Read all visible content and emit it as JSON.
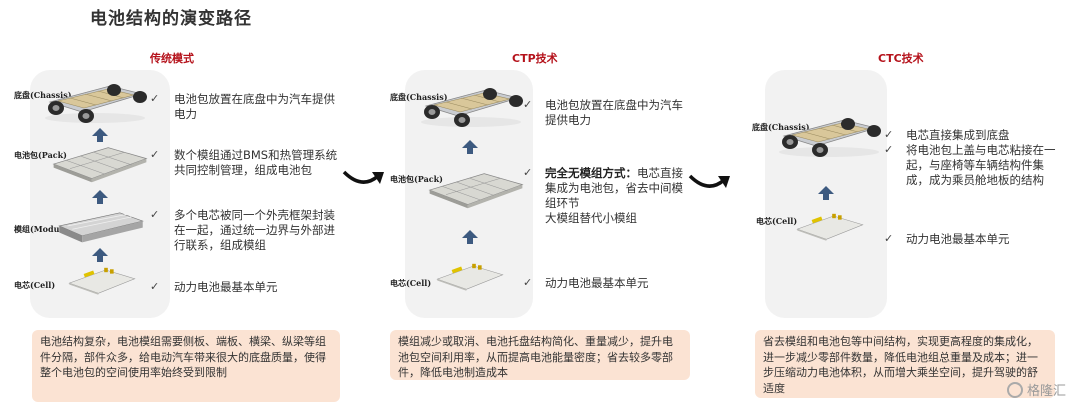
{
  "title": "电池结构的演变路径",
  "columns": [
    {
      "title": "传统模式",
      "labels": [
        "底盘(Chassis)",
        "电池包(Pack)",
        "模组(Module)",
        "电芯(Cell)"
      ],
      "descs": [
        "电池包放置在底盘中为汽车提供电力",
        "数个模组通过BMS和热管理系统共同控制管理，组成电池包",
        "多个电芯被同一个外壳框架封装在一起，通过统一边界与外部进行联系，组成模组",
        "动力电池最基本单元"
      ],
      "note": "电池结构复杂，电池模组需要侧板、端板、横梁、纵梁等组件分隔，部件众多，给电动汽车带来很大的底盘质量，使得整个电池包的空间使用率始终受到限制"
    },
    {
      "title": "CTP技术",
      "labels": [
        "底盘(Chassis)",
        "电池包(Pack)",
        "电芯(Cell)"
      ],
      "descs": [
        "电池包放置在底盘中为汽车提供电力",
        "完全无模组方式：",
        "电芯直接集成为电池包，省去中间模组环节",
        "大模组替代小模组",
        "动力电池最基本单元"
      ],
      "note": "模组减少或取消、电池托盘结构简化、重量减少，提升电池包空间利用率，从而提高电池能量密度；省去较多零部件，降低电池制造成本"
    },
    {
      "title": "CTC技术",
      "labels": [
        "底盘(Chassis)",
        "电芯(Cell)"
      ],
      "descs": [
        "电芯直接集成到底盘",
        "将电池包上盖与电芯粘接在一起，与座椅等车辆结构件集成，成为乘员舱地板的结构",
        "动力电池最基本单元"
      ],
      "note": "省去模组和电池包等中间结构，实现更高程度的集成化，进一步减少零部件数量，降低电池组总重量及成本；进一步压缩动力电池体积，从而增大乘坐空间，提升驾驶的舒适度"
    }
  ],
  "watermark": "格隆汇",
  "colors": {
    "accent": "#b5121b",
    "note_bg": "#fbe3d3",
    "arrow": "#3d5a80"
  }
}
